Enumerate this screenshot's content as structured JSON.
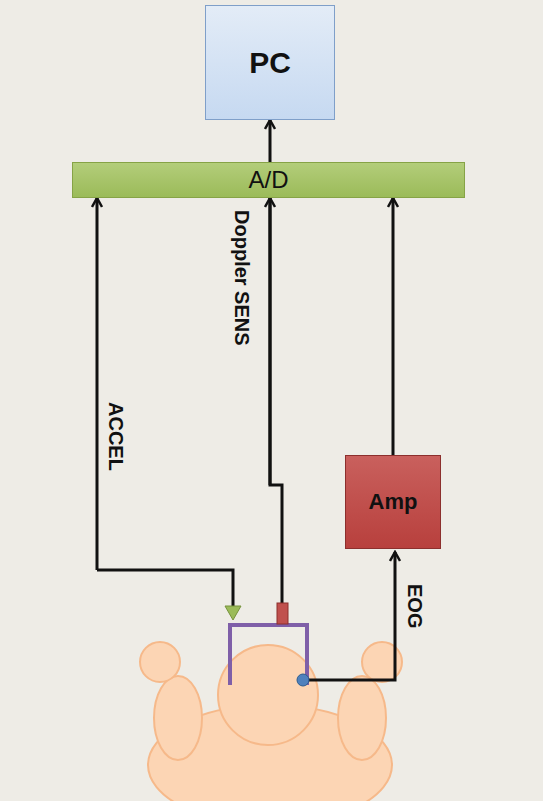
{
  "diagram": {
    "nodes": [
      {
        "text": [
          "PC"
        ]
      },
      {
        "text": [
          "A/D"
        ]
      },
      {
        "text": [
          "Amp"
        ]
      }
    ],
    "edges": [
      {
        "from": 1,
        "to": 0,
        "arrow": "to"
      },
      {
        "from": 2,
        "to": 1,
        "arrow": "to"
      }
    ],
    "labels": [
      "ACCEL",
      "Doppler SENS",
      "EOG"
    ]
  }
}
